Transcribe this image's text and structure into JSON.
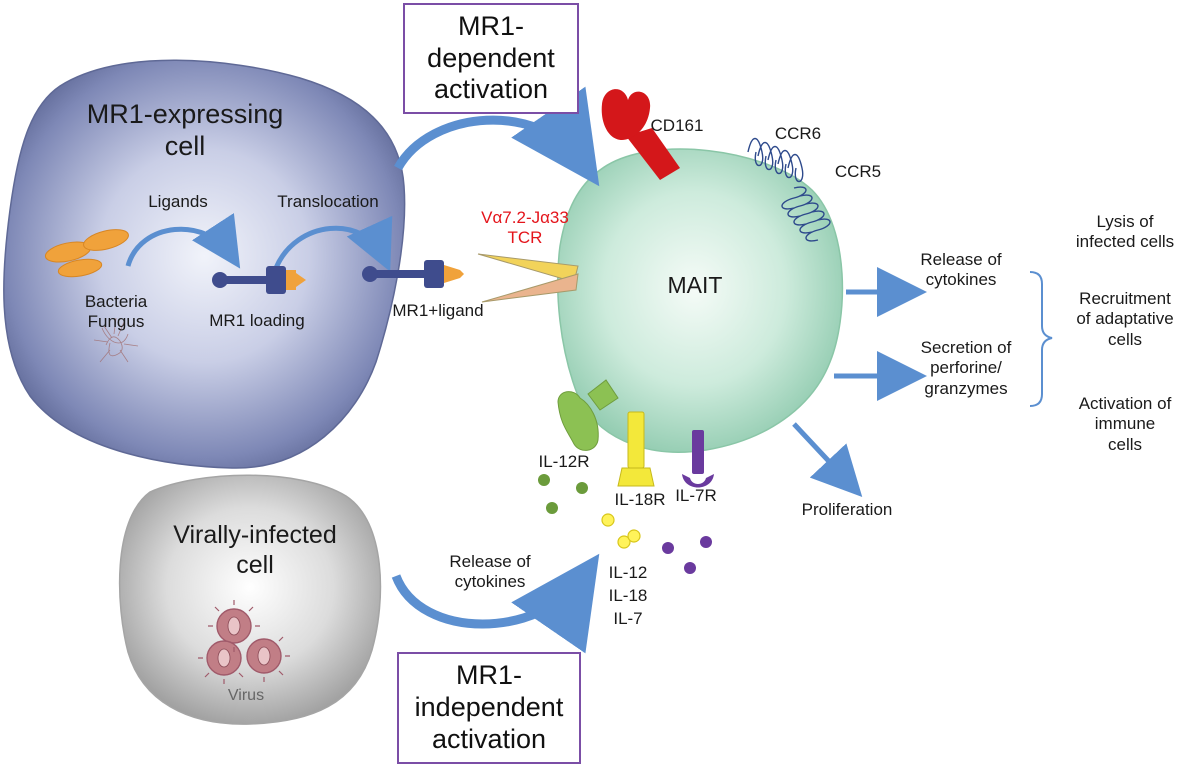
{
  "boxes": {
    "dependent": [
      "MR1-",
      "dependent",
      "activation"
    ],
    "independent": [
      "MR1-",
      "independent",
      "activation"
    ]
  },
  "mr1_cell": {
    "title": [
      "MR1-expressing",
      "cell"
    ],
    "ligands": "Ligands",
    "translocation": "Translocation",
    "bacteria": "Bacteria",
    "fungus": "Fungus",
    "mr1_loading": "MR1 loading",
    "mr1_ligand": "MR1+ligand"
  },
  "tcr": [
    "Vα7.2-Jα33",
    "TCR"
  ],
  "mait": {
    "title": "MAIT",
    "receptors": [
      "CD161",
      "CCR6",
      "CCR5",
      "IL-12R",
      "IL-18R",
      "IL-7R"
    ],
    "cytokines": [
      "IL-12",
      "IL-18",
      "IL-7"
    ]
  },
  "virus_cell": {
    "title": [
      "Virally-infected",
      "cell"
    ],
    "virus": "Virus",
    "release": [
      "Release of",
      "cytokines"
    ]
  },
  "outputs": {
    "release": [
      "Release of",
      "cytokines"
    ],
    "secretion": [
      "Secretion of",
      "perforine/",
      "granzymes"
    ],
    "proliferation": "Proliferation"
  },
  "effects": [
    [
      "Lysis of",
      "infected cells"
    ],
    [
      "Recruitment",
      "of adaptative",
      "cells"
    ],
    [
      "Activation of",
      "immune",
      "cells"
    ]
  ],
  "colors": {
    "mr1_cell": "#8590bd",
    "mait_cell": "#b9e3cf",
    "virus_cell": "#c8c8c8",
    "arrow": "#5b8fd0",
    "box_border": "#7b4ea6",
    "tcr_text": "#e4141b",
    "cd161": "#d4171a",
    "il12r": "#8cc153",
    "il18r": "#f3e83a",
    "il7r": "#6a3a9e"
  }
}
